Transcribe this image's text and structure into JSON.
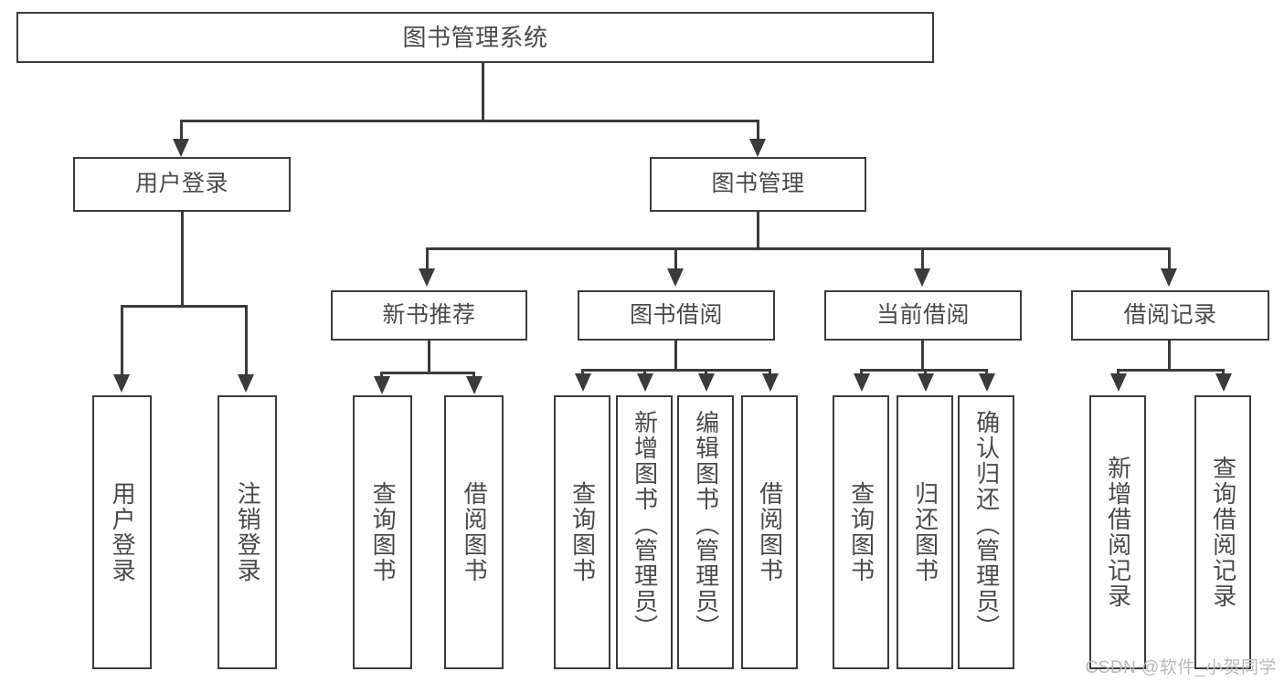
{
  "diagram": {
    "title": "图书管理系统",
    "type": "tree",
    "watermark": "CSDN @软件_小贺同学",
    "colors": {
      "background": "#ffffff",
      "box_border": "#3b3b3b",
      "box_fill": "#ffffff",
      "text": "#4a4a4a",
      "connector": "#3b3b3b",
      "watermark": "#b9b9b9"
    },
    "levels": {
      "root": {
        "label": "图书管理系统"
      },
      "level2": [
        {
          "label": "用户登录"
        },
        {
          "label": "图书管理"
        }
      ],
      "level3": [
        {
          "label": "新书推荐"
        },
        {
          "label": "图书借阅"
        },
        {
          "label": "当前借阅"
        },
        {
          "label": "借阅记录"
        }
      ],
      "leaves": {
        "user_login": [
          {
            "label": "用户登录"
          },
          {
            "label": "注销登录"
          }
        ],
        "new_book_recommend": [
          {
            "label": "查询图书"
          },
          {
            "label": "借阅图书"
          }
        ],
        "book_borrow": [
          {
            "label": "查询图书"
          },
          {
            "label": "新增图书（管理员）"
          },
          {
            "label": "编辑图书（管理员）"
          },
          {
            "label": "借阅图书"
          }
        ],
        "current_borrow": [
          {
            "label": "查询图书"
          },
          {
            "label": "归还图书"
          },
          {
            "label": "确认归还（管理员）"
          }
        ],
        "borrow_record": [
          {
            "label": "新增借阅记录"
          },
          {
            "label": "查询借阅记录"
          }
        ]
      }
    }
  }
}
